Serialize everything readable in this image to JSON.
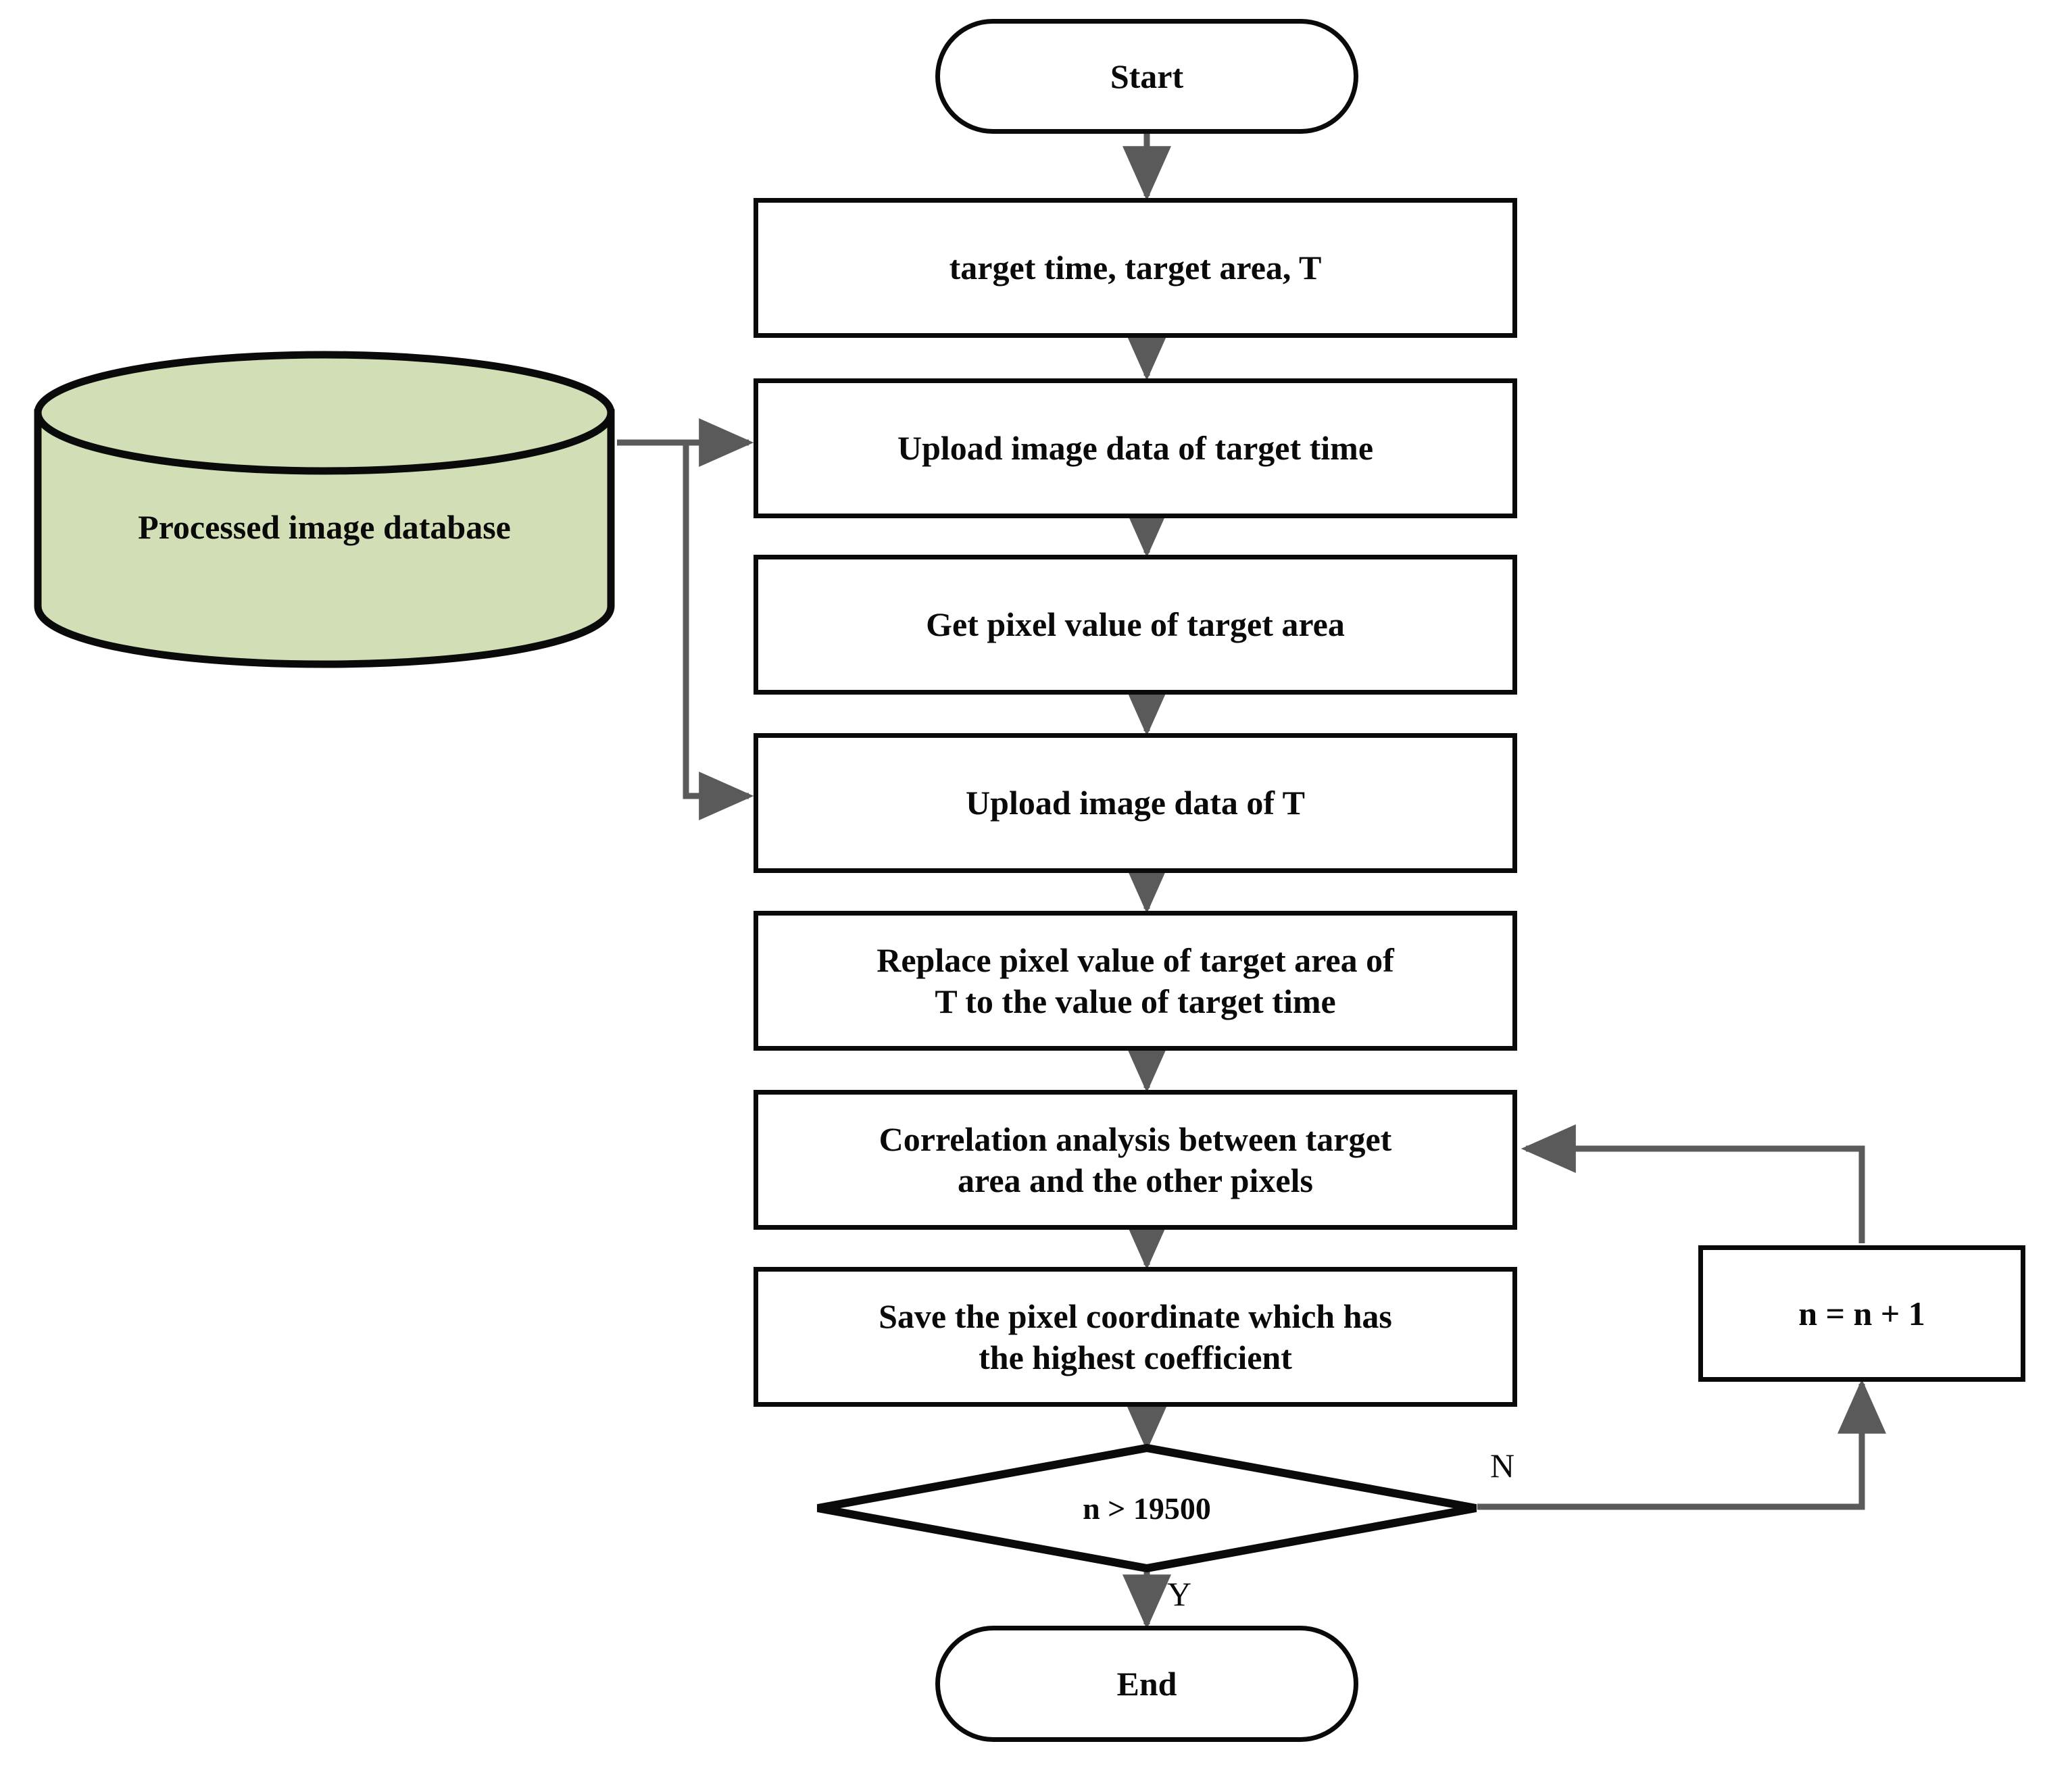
{
  "diagram": {
    "type": "flowchart",
    "title": "",
    "colors": {
      "node_stroke": "#0a0a0a",
      "node_fill": "#ffffff",
      "database_fill": "#d2dfb6",
      "connector": "#5a5a5a",
      "text": "#0a0a0a"
    },
    "nodes": {
      "start": {
        "label": "Start",
        "shape": "terminal"
      },
      "inputs": {
        "label": "target time, target area, T",
        "shape": "process"
      },
      "database": {
        "label": "Processed image database",
        "shape": "cylinder"
      },
      "upload_target_time": {
        "label": "Upload image data of target time",
        "shape": "process"
      },
      "get_pixel_value": {
        "label": "Get pixel value of target area",
        "shape": "process"
      },
      "upload_T": {
        "label": "Upload image data of T",
        "shape": "process"
      },
      "replace_line1": {
        "label": "Replace pixel value of target area of",
        "shape": "process"
      },
      "replace_line2": {
        "label": "T to the value of target time",
        "shape": "process"
      },
      "correlation_line1": {
        "label": "Correlation analysis between target",
        "shape": "process"
      },
      "correlation_line2": {
        "label": "area and the other pixels",
        "shape": "process"
      },
      "save_line1": {
        "label": "Save the pixel coordinate which has",
        "shape": "process"
      },
      "save_line2": {
        "label": "the highest coefficient",
        "shape": "process"
      },
      "decision": {
        "label": "n > 19500",
        "shape": "diamond"
      },
      "increment": {
        "label": "n = n + 1",
        "shape": "process"
      },
      "end": {
        "label": "End",
        "shape": "terminal"
      }
    },
    "edge_labels": {
      "no_branch": "N",
      "yes_branch": "Y"
    }
  }
}
